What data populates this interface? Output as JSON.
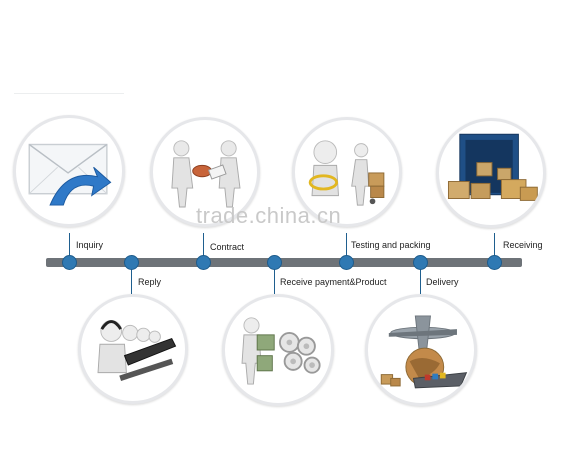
{
  "steps": [
    {
      "label": "Inquiry",
      "icon": "envelope-icon"
    },
    {
      "label": "Reply",
      "icon": "call-center-icon"
    },
    {
      "label": "Contract",
      "icon": "handshake-icon"
    },
    {
      "label": "Receive payment&Product",
      "icon": "money-gears-icon"
    },
    {
      "label": "Testing and packing",
      "icon": "inspection-icon"
    },
    {
      "label": "Delivery",
      "icon": "airplane-globe-icon"
    },
    {
      "label": "Receiving",
      "icon": "container-boxes-icon"
    }
  ],
  "watermark": "trade.china.cn",
  "colors": {
    "node": "#2f79b3",
    "bar": "#6e7378",
    "circle_border": "#e6e7ea"
  }
}
